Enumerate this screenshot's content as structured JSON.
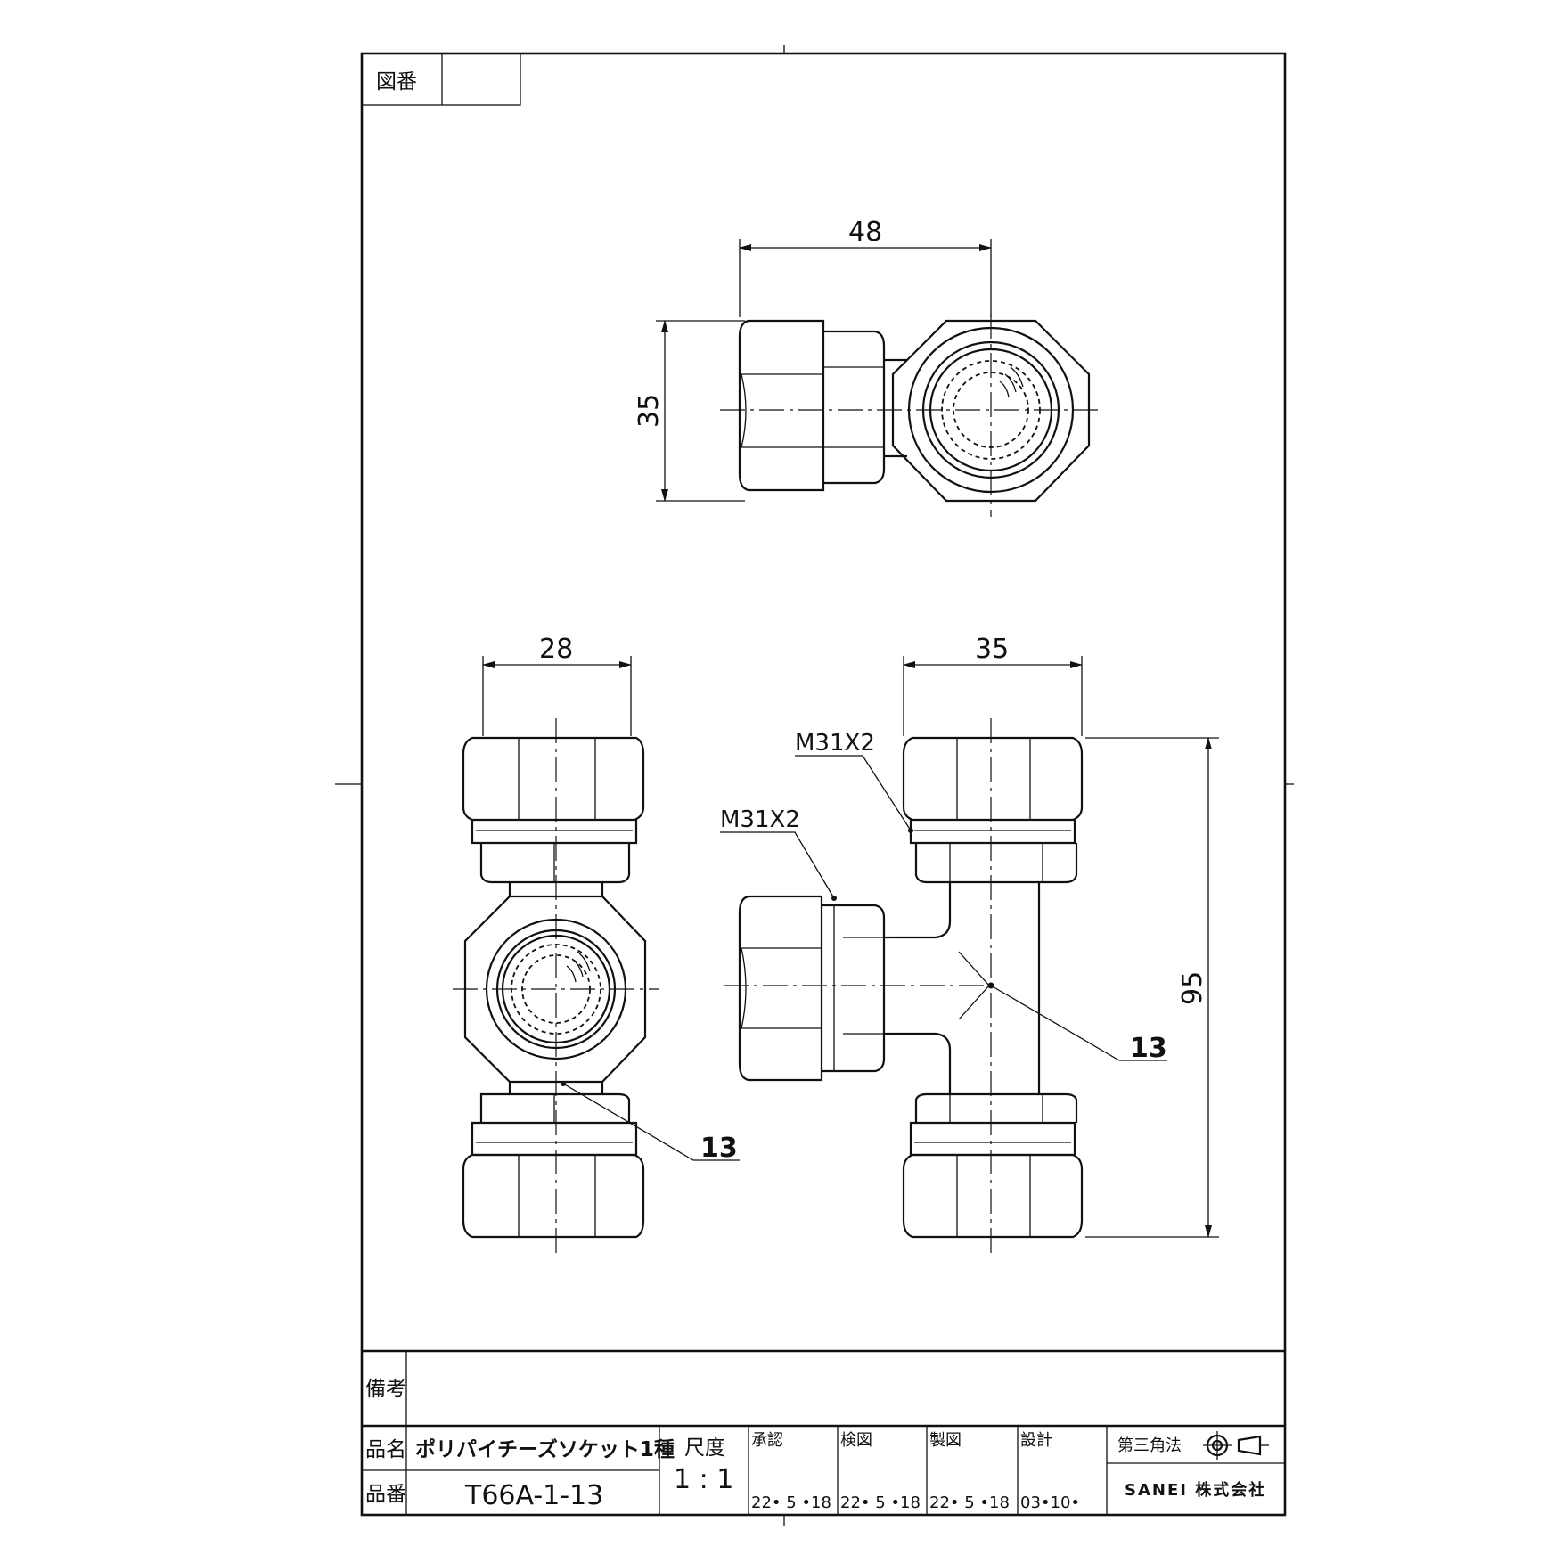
{
  "drawing_number": {
    "label": "図番",
    "value": ""
  },
  "dimensions": {
    "top_width": "48",
    "top_height": "35",
    "left_width": "28",
    "front_width": "35",
    "front_height": "95"
  },
  "callouts": {
    "thread_upper": "M31X2",
    "thread_side": "M31X2",
    "size_front": "13",
    "size_left": "13"
  },
  "title_block": {
    "remarks_label": "備考",
    "remarks_value": "",
    "name_label": "品名",
    "name_value": "ポリパイチーズソケット1種",
    "part_label": "品番",
    "part_value": "T66A-1-13",
    "scale_label": "尺度",
    "scale_value": "1 : 1",
    "approve_label": "承認",
    "approve_date": "22• 5 •18",
    "check_label": "検図",
    "check_date": "22• 5 •18",
    "draw_label": "製図",
    "draw_date": "22• 5 •18",
    "design_label": "設計",
    "design_date": "03•10•",
    "projection_label": "第三角法",
    "company": "SANEI 株式会社"
  }
}
